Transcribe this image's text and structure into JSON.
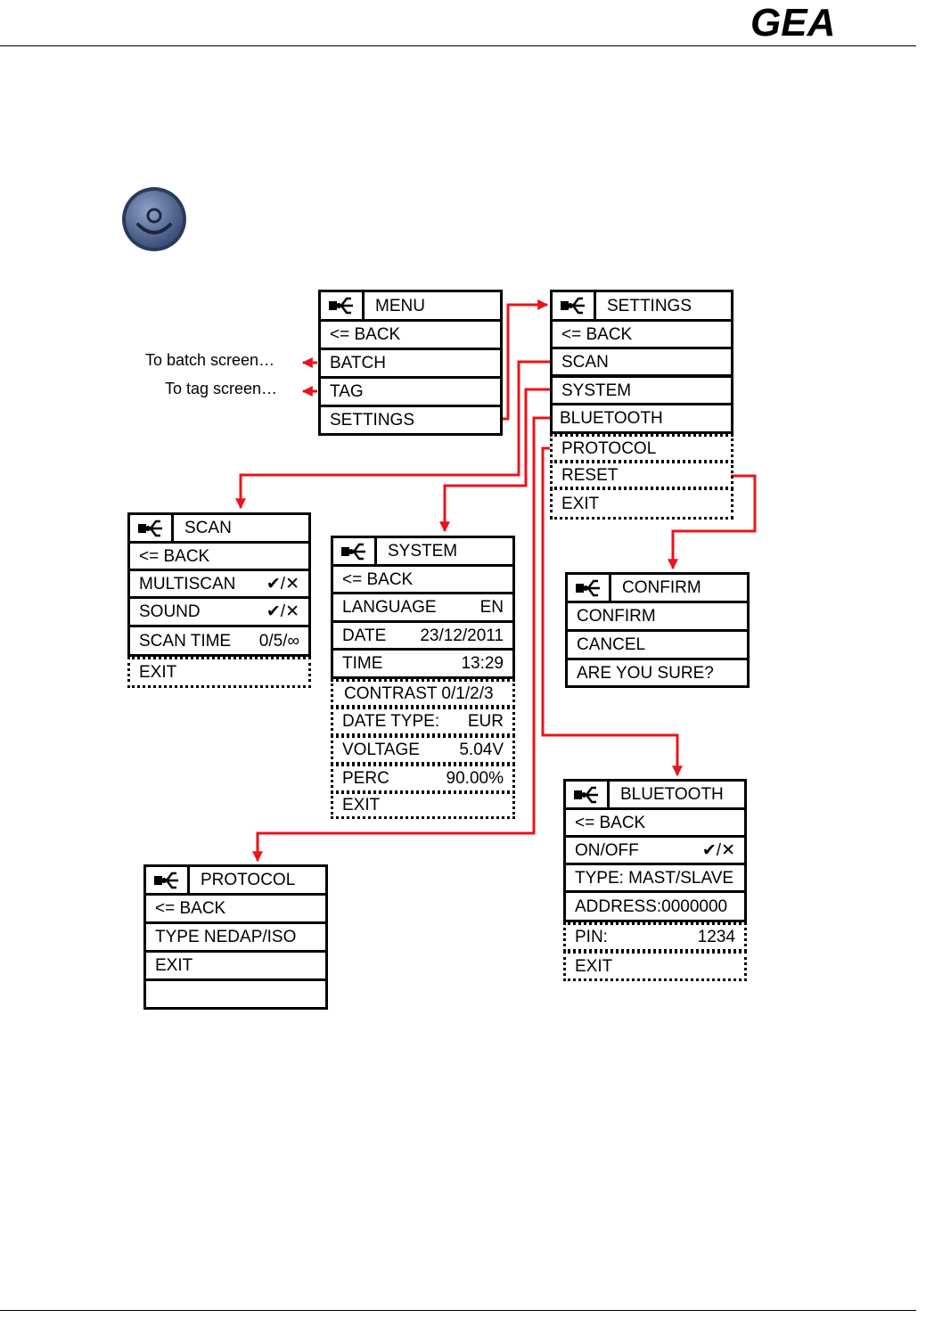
{
  "header": {
    "logo_text": "GEA"
  },
  "side_labels": {
    "batch": "To batch screen…",
    "tag": "To tag screen…"
  },
  "menus": {
    "menu": {
      "title": "MENU",
      "back": "<= BACK",
      "batch": "BATCH",
      "tag": "TAG",
      "settings": "SETTINGS"
    },
    "settings": {
      "title": "SETTINGS",
      "back": "<= BACK",
      "scan": "SCAN",
      "system": "SYSTEM",
      "bluetooth": "BLUETOOTH",
      "protocol": "PROTOCOL",
      "reset": "RESET",
      "exit": "EXIT"
    },
    "scan": {
      "title": "SCAN",
      "back": "<= BACK",
      "multiscan": "MULTISCAN",
      "multiscan_val": "✔/✕",
      "sound": "SOUND",
      "sound_val": "✔/✕",
      "scan_time": "SCAN TIME",
      "scan_time_val": "0/5/∞",
      "exit": "EXIT"
    },
    "system": {
      "title": "SYSTEM",
      "back": "<= BACK",
      "language": "LANGUAGE",
      "language_val": "EN",
      "date": "DATE",
      "date_val": "23/12/2011",
      "time": "TIME",
      "time_val": "13:29",
      "contrast": "CONTRAST 0/1/2/3",
      "date_type": "DATE TYPE:",
      "date_type_val": "EUR",
      "voltage": "VOLTAGE",
      "voltage_val": "5.04V",
      "perc": "PERC",
      "perc_val": "90.00%",
      "exit": "EXIT"
    },
    "confirm": {
      "title": "CONFIRM",
      "confirm": "CONFIRM",
      "cancel": "CANCEL",
      "question": "ARE YOU SURE?"
    },
    "bluetooth": {
      "title": "BLUETOOTH",
      "back": "<= BACK",
      "onoff": "ON/OFF",
      "onoff_val": "✔/✕",
      "type": "TYPE: MAST/SLAVE",
      "address": "ADDRESS:0000000",
      "pin": "PIN:",
      "pin_val": "1234",
      "exit": "EXIT"
    },
    "protocol": {
      "title": "PROTOCOL",
      "back": "<= BACK",
      "type": "TYPE  NEDAP/ISO",
      "exit": "EXIT",
      "empty": ""
    }
  },
  "colors": {
    "arrow": "#e8141b",
    "knob": "#4a5f8c"
  },
  "icons": {
    "header_icon": "usb-plug-icon",
    "knob": "navigation-knob-icon"
  }
}
